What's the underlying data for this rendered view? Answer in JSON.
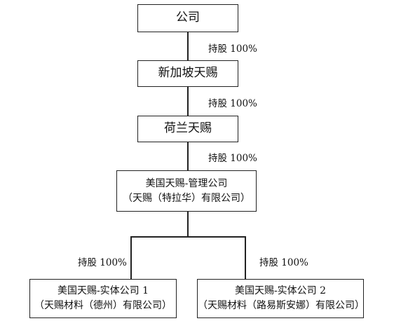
{
  "nodes": {
    "company": {
      "lines": [
        "公司"
      ]
    },
    "singapore": {
      "lines": [
        "新加坡天赐"
      ]
    },
    "netherlands": {
      "lines": [
        "荷兰天赐"
      ]
    },
    "us_mgmt": {
      "lines": [
        "美国天赐-管理公司",
        "（天赐（特拉华）有限公司）"
      ]
    },
    "us_entity1": {
      "lines": [
        "美国天赐-实体公司 1",
        "（天赐材料（德州）有限公司）"
      ]
    },
    "us_entity2": {
      "lines": [
        "美国天赐-实体公司 2",
        "（天赐材料（路易斯安娜）有限公司）"
      ]
    }
  },
  "edges": {
    "e1": "持股 100%",
    "e2": "持股 100%",
    "e3": "持股 100%",
    "e4": "持股 100%",
    "e5": "持股 100%"
  }
}
